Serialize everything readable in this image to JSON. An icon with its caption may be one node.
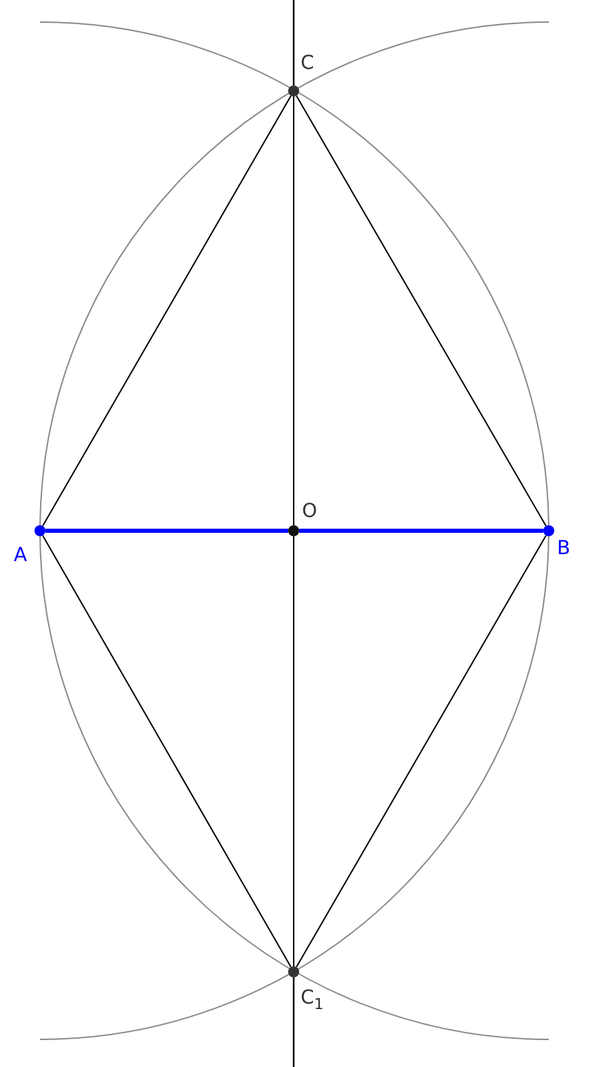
{
  "diagram": {
    "nodes": [
      {
        "text": [],
        "shape": "circle"
      },
      {
        "text": [],
        "shape": "circle"
      },
      {
        "text": [],
        "shape": "circle"
      },
      {
        "text": [],
        "shape": "circle"
      },
      {
        "text": [],
        "shape": "circle"
      }
    ],
    "edges": [
      {
        "from": 0,
        "to": 1,
        "arrow": "none"
      },
      {
        "from": 0,
        "to": 3,
        "arrow": "none"
      },
      {
        "from": 1,
        "to": 4,
        "arrow": "none"
      },
      {
        "from": 3,
        "to": 4,
        "arrow": "none"
      },
      {
        "from": 0,
        "to": 2,
        "arrow": "none"
      },
      {
        "from": 2,
        "to": 4,
        "arrow": "none"
      },
      {
        "from": 1,
        "to": 2,
        "arrow": "none",
        "style": "thick",
        "color": "#0000ff"
      },
      {
        "from": 2,
        "to": 3,
        "arrow": "none",
        "style": "thick",
        "color": "#0000ff"
      }
    ],
    "labels": [
      "C",
      "O",
      "A",
      "B",
      "C$_{1}$"
    ]
  }
}
